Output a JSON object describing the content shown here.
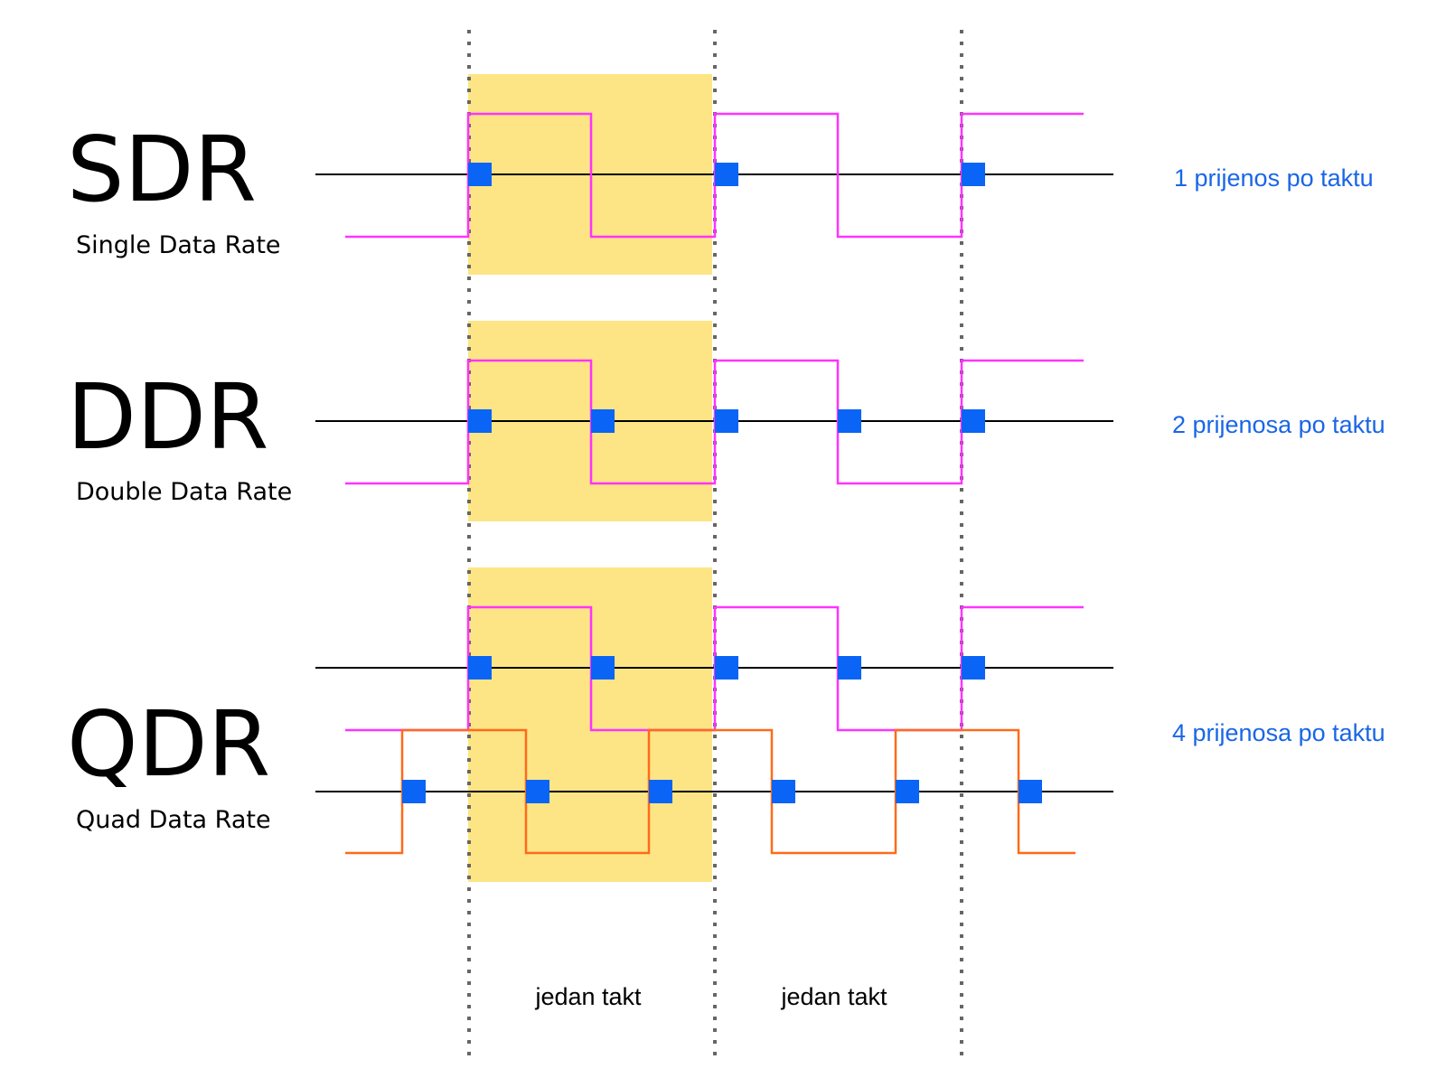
{
  "colors": {
    "highlight": "#fde585",
    "clock": "#ff33ff",
    "clock_shifted": "#ff6a1a",
    "data_line": "#000000",
    "sample": "#0a64f5",
    "divider": "#666666",
    "rate_text": "#1a66e6"
  },
  "rows": [
    {
      "title": "SDR",
      "subtitle": "Single Data Rate",
      "rate": "1 prijenos po taktu",
      "transfers_per_clock": 1
    },
    {
      "title": "DDR",
      "subtitle": "Double Data Rate",
      "rate": "2 prijenosa po taktu",
      "transfers_per_clock": 2
    },
    {
      "title": "QDR",
      "subtitle": "Quad Data Rate",
      "rate": "4 prijenosa po taktu",
      "transfers_per_clock": 4
    }
  ],
  "period_labels": [
    "jedan takt",
    "jedan takt"
  ]
}
